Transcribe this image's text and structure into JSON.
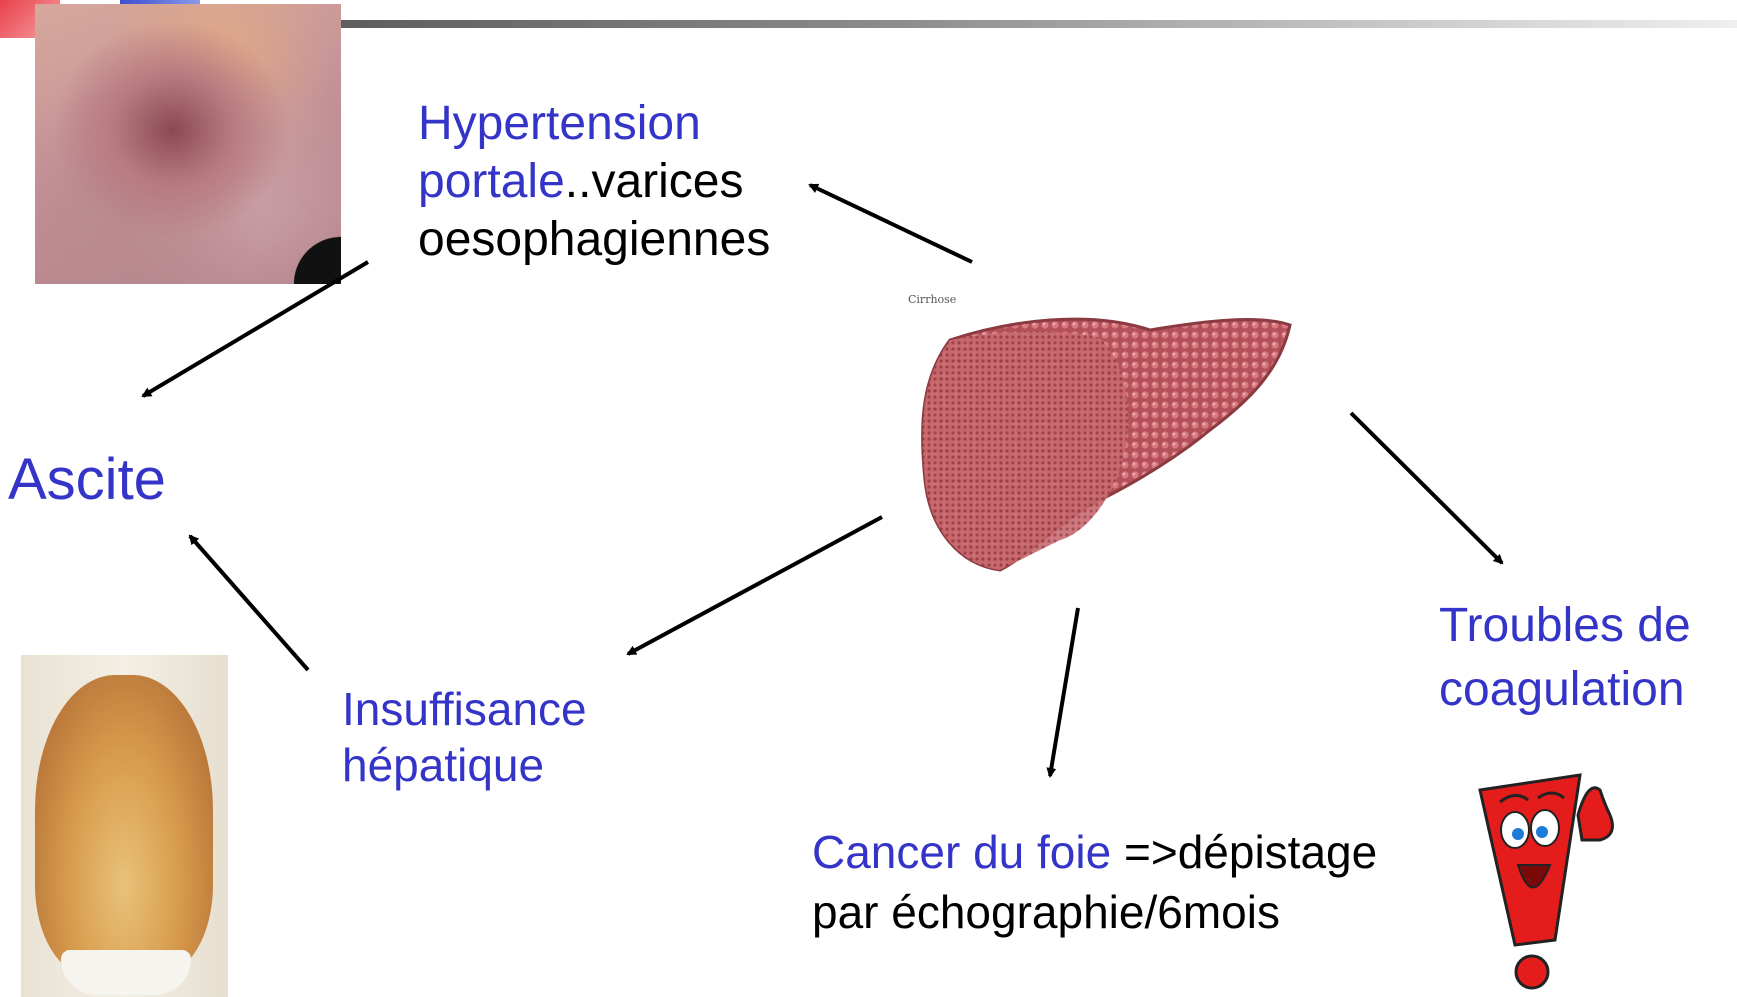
{
  "diagram": {
    "nodes": {
      "hypertension": {
        "blue_line1": "Hypertension",
        "blue_line2": "portale",
        "black_line2": "..varices",
        "black_line3": "oesophagiennes"
      },
      "ascite": {
        "text": "Ascite"
      },
      "insuffisance": {
        "line1": "Insuffisance",
        "line2": "hépatique"
      },
      "cancer": {
        "blue": "Cancer du foie",
        "black": " =>dépistage",
        "line2": "par échographie/6mois"
      },
      "troubles": {
        "line1": "Troubles de",
        "line2": "coagulation"
      }
    },
    "liver_caption": "Cirrhose",
    "edges": [
      {
        "from": "liver",
        "to": "hypertension"
      },
      {
        "from": "hypertension",
        "to": "ascite"
      },
      {
        "from": "liver",
        "to": "insuffisance"
      },
      {
        "from": "insuffisance",
        "to": "ascite"
      },
      {
        "from": "liver",
        "to": "cancer"
      },
      {
        "from": "liver",
        "to": "troubles"
      }
    ],
    "colors": {
      "label_blue": "#3434c8",
      "text_black": "#000000",
      "arrow": "#000000"
    }
  }
}
